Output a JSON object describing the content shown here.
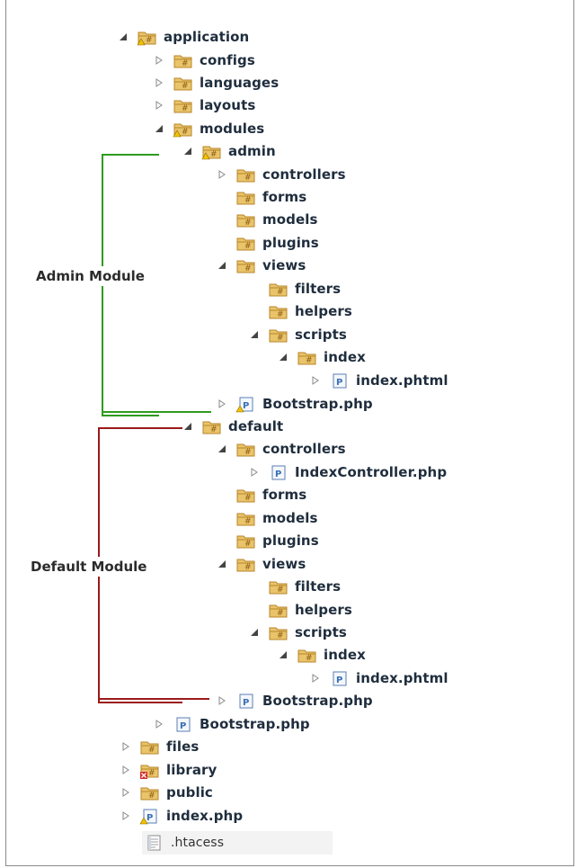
{
  "colors": {
    "admin_bracket": "#2e9b1f",
    "default_bracket": "#9b1a1a",
    "folder": "#e9c46a",
    "php_file": "#3a6fb5"
  },
  "annotations": {
    "admin_module": "Admin Module",
    "default_module": "Default Module"
  },
  "tree": {
    "application": "application",
    "configs": "configs",
    "languages": "languages",
    "layouts": "layouts",
    "modules": "modules",
    "admin": "admin",
    "admin_controllers": "controllers",
    "admin_forms": "forms",
    "admin_models": "models",
    "admin_plugins": "plugins",
    "admin_views": "views",
    "admin_filters": "filters",
    "admin_helpers": "helpers",
    "admin_scripts": "scripts",
    "admin_index": "index",
    "admin_index_phtml": "index.phtml",
    "admin_bootstrap": "Bootstrap.php",
    "default": "default",
    "default_controllers": "controllers",
    "default_indexcontroller": "IndexController.php",
    "default_forms": "forms",
    "default_models": "models",
    "default_plugins": "plugins",
    "default_views": "views",
    "default_filters": "filters",
    "default_helpers": "helpers",
    "default_scripts": "scripts",
    "default_index": "index",
    "default_index_phtml": "index.phtml",
    "default_bootstrap": "Bootstrap.php",
    "app_bootstrap": "Bootstrap.php",
    "files": "files",
    "library": "library",
    "public": "public",
    "index_php": "index.php",
    "htaccess": ".htacess"
  }
}
